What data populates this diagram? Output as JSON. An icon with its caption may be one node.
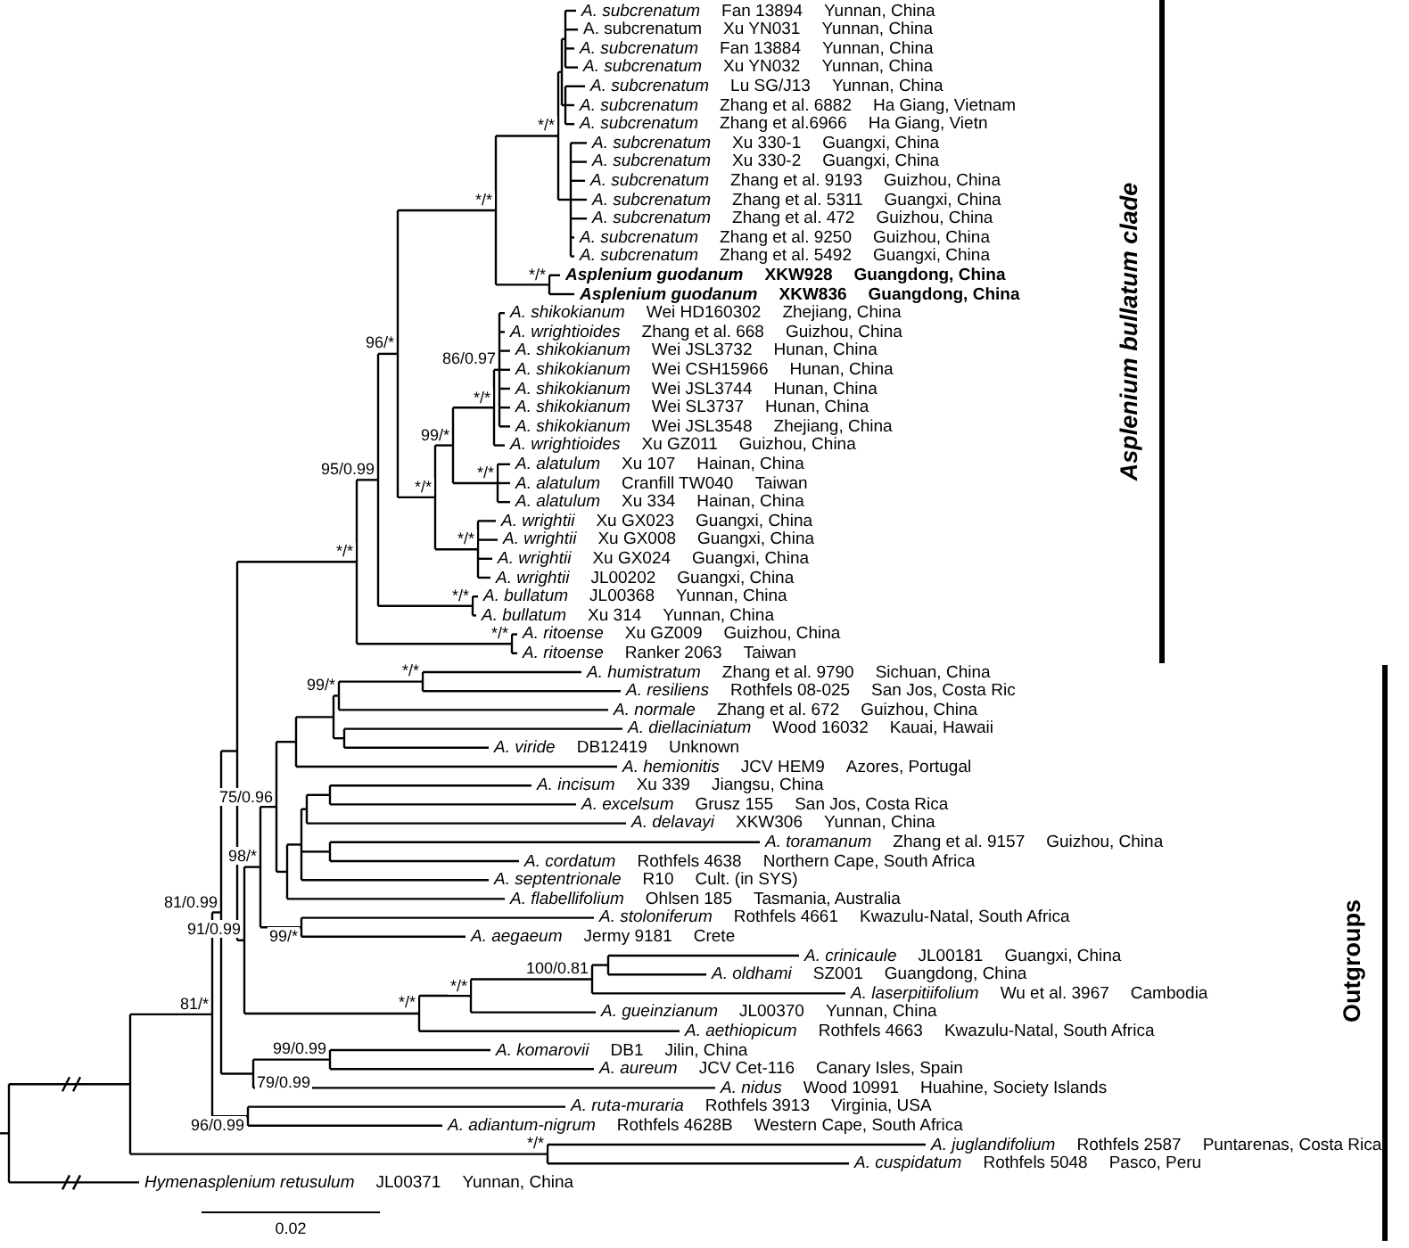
{
  "diagram": {
    "labels": [
      "A. subcrenatum",
      "Fan 13894",
      "Yunnan, China",
      "A.  subcrenatum",
      "Xu YN031",
      "Yunnan, China",
      "A. subcrenatum",
      "Fan 13884",
      "Yunnan, China",
      "A. subcrenatum",
      "Xu YN032",
      "Yunnan, China",
      "A. subcrenatum",
      "Lu SG/J13",
      "Yunnan, China",
      "A. subcrenatum",
      "Zhang et al. 6882",
      "Ha Giang, Vietnam",
      "A. subcrenatum",
      "Zhang et al.6966",
      "Ha Giang, Vietn",
      "A. subcrenatum",
      "Xu 330-1",
      "Guangxi, China",
      "A. subcrenatum",
      "Xu 330-2",
      "Guangxi, China",
      "A. subcrenatum",
      "Zhang et al. 9193",
      "Guizhou, China",
      "A. subcrenatum",
      "Zhang et al. 5311",
      "Guangxi, China",
      "A. subcrenatum",
      "Zhang et al. 472",
      "Guizhou, China",
      "A. subcrenatum",
      "Zhang et al. 9250",
      "Guizhou, China",
      "A. subcrenatum",
      "Zhang et al. 5492",
      "Guangxi, China",
      "Asplenium guodanum",
      "XKW928",
      "Guangdong, China",
      "Asplenium guodanum",
      "XKW836",
      "Guangdong, China",
      "A. shikokianum",
      "Wei HD160302",
      "Zhejiang, China",
      "A. wrightioides",
      "Zhang et al. 668",
      "Guizhou, China",
      "A. shikokianum",
      "Wei JSL3732",
      "Hunan, China",
      "A. shikokianum",
      "Wei CSH15966",
      "Hunan, China",
      "A. shikokianum",
      "Wei JSL3744",
      "Hunan, China",
      "A. shikokianum",
      "Wei SL3737",
      "Hunan, China",
      "A. shikokianum",
      "Wei JSL3548",
      "Zhejiang, China",
      "A. wrightioides",
      "Xu GZ011",
      "Guizhou, China",
      "A. alatulum",
      "Xu 107",
      "Hainan, China",
      "A. alatulum",
      "Cranfill TW040",
      "Taiwan",
      "A. alatulum",
      "Xu 334",
      "Hainan, China",
      "A. wrightii",
      "Xu GX023",
      "Guangxi, China",
      "A. wrightii",
      "Xu GX008",
      "Guangxi, China",
      "A. wrightii",
      "Xu GX024",
      "Guangxi, China",
      "A. wrightii",
      "JL00202",
      "Guangxi, China",
      "A. bullatum",
      "JL00368",
      "Yunnan, China",
      "A. bullatum",
      "Xu 314",
      "Yunnan, China",
      "A. ritoense",
      "Xu GZ009",
      "Guizhou, China",
      "A. ritoense",
      "Ranker 2063",
      "Taiwan",
      "A. humistratum",
      "Zhang et al. 9790",
      "Sichuan, China",
      "A. resiliens",
      "Rothfels 08-025",
      "San Jos, Costa Ric",
      "A. normale",
      "Zhang et al. 672",
      "Guizhou, China",
      "A. diellaciniatum",
      "Wood 16032",
      "Kauai, Hawaii",
      "A. viride",
      "DB12419",
      "Unknown",
      "A. hemionitis",
      "JCV HEM9",
      "Azores, Portugal",
      "A. incisum",
      "Xu 339",
      "Jiangsu, China",
      "A. excelsum",
      "Grusz 155",
      "San Jos, Costa Rica",
      "A. delavayi",
      "XKW306",
      "Yunnan, China",
      "A. toramanum",
      "Zhang et al. 9157",
      "Guizhou, China",
      "A. cordatum",
      "Rothfels 4638",
      "Northern Cape, South Africa",
      "A. septentrionale",
      "R10",
      "Cult. (in SYS)",
      "A. flabellifolium",
      "Ohlsen 185",
      "Tasmania, Australia",
      "A. stoloniferum",
      "Rothfels 4661",
      "Kwazulu-Natal, South Africa",
      "A. aegaeum",
      "Jermy 9181",
      "Crete",
      "A. crinicaule",
      "JL00181",
      "Guangxi, China",
      "A. oldhami",
      "SZ001",
      "Guangdong, China",
      "A. laserpitiifolium",
      "Wu et al. 3967",
      "Cambodia",
      "A. gueinzianum",
      "JL00370",
      "Yunnan, China",
      "A. aethiopicum",
      "Rothfels 4663",
      "Kwazulu-Natal, South Africa",
      "A. komarovii",
      "DB1",
      "Jilin, China",
      "A. aureum",
      "JCV Cet-116",
      "Canary Isles, Spain",
      "A. nidus",
      "Wood 10991",
      "Huahine, Society Islands",
      "A. ruta-muraria",
      "Rothfels 3913",
      "Virginia, USA",
      "A. adiantum-nigrum",
      "Rothfels 4628B",
      "Western Cape, South Africa",
      "A. juglandifolium",
      "Rothfels 2587",
      "Puntarenas, Costa Rica",
      "A. cuspidatum",
      "Rothfels 5048",
      "Pasco, Peru",
      "Hymenasplenium retusulum",
      "JL00371",
      "Yunnan, China",
      "*/*",
      "*/*",
      "*/*",
      "96/*",
      "86/0.97",
      "*/*",
      "99/*",
      "95/0.99",
      "*/*",
      "*/*",
      "*/*",
      "*/*",
      "*/*",
      "*/*",
      "*/*",
      "99/*",
      "75/0.96",
      "98/*",
      "81/0.99",
      "91/0.99",
      "99/*",
      "100/0.81",
      "*/*",
      "81/*",
      "*/*",
      "99/0.99",
      "79/0.99",
      "96/0.99",
      "*/*",
      "Asplenium bullatum clade",
      "Outgroups",
      "0.02"
    ]
  }
}
